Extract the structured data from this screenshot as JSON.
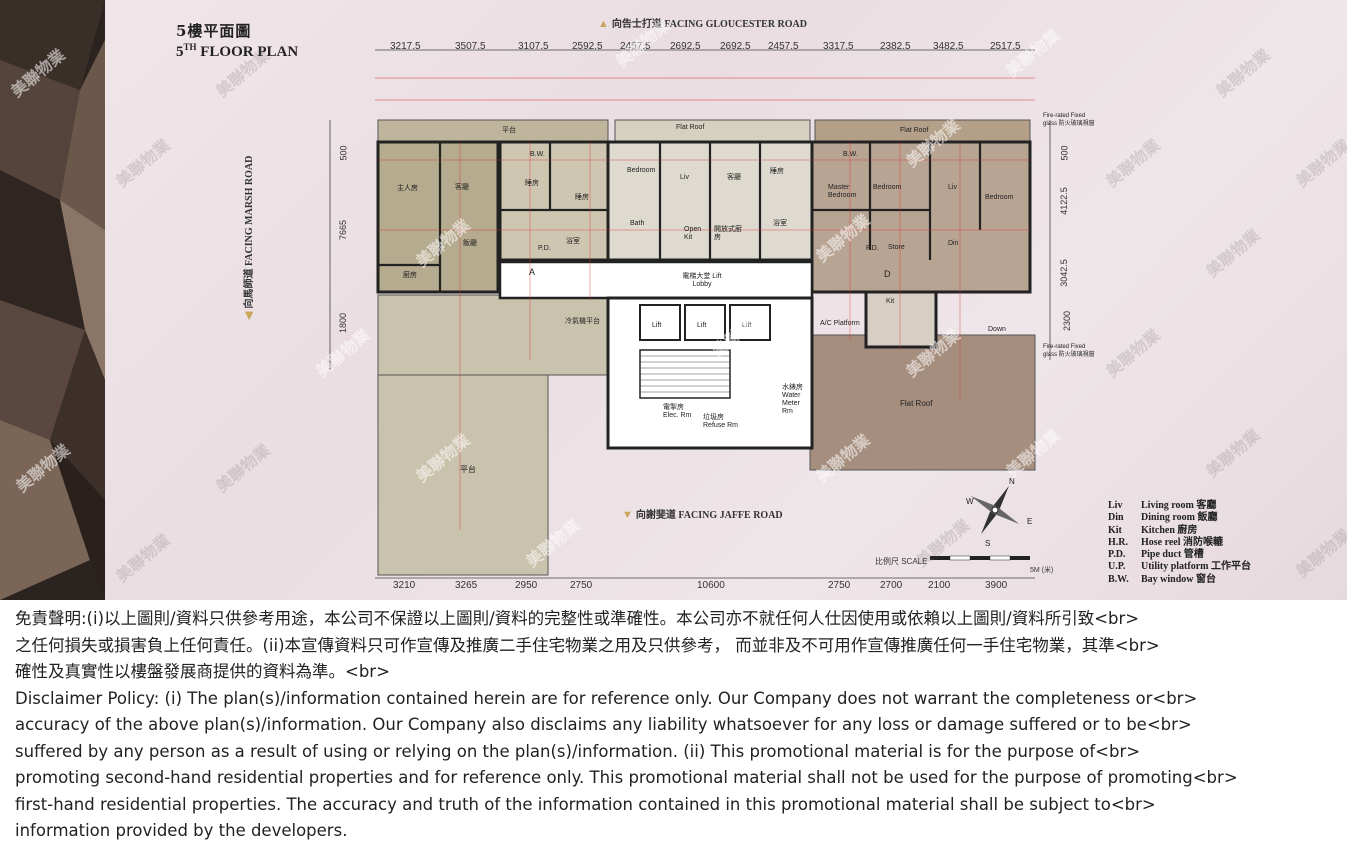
{
  "plan": {
    "title_cn": "5樓平面圖",
    "title_en_prefix": "5",
    "title_en_sup": "TH",
    "title_en_suffix": " FLOOR PLAN",
    "facing_north": "向告士打道 FACING GLOUCESTER ROAD",
    "facing_south": "向謝斐道 FACING JAFFE ROAD",
    "facing_west": "向馬師道 FACING MARSH ROAD",
    "top_dims": [
      "3217.5",
      "3507.5",
      "3107.5",
      "2592.5",
      "2457.5",
      "2692.5",
      "2692.5",
      "2457.5",
      "3317.5",
      "2382.5",
      "3482.5",
      "2517.5"
    ],
    "bottom_dims": [
      "3210",
      "3265",
      "2950",
      "2750",
      "10600",
      "2750",
      "2700",
      "2100",
      "3900"
    ],
    "left_dims": [
      "500",
      "7665",
      "1800"
    ],
    "right_dims": [
      "500",
      "4122.5",
      "3042.5",
      "2300"
    ],
    "scale_label": "比例尺 SCALE",
    "scale_end": "5M (米)",
    "rooms": {
      "master_cn": "主人房",
      "living_cn": "客廳",
      "dining_cn": "飯廳",
      "kitchen_cn": "廚房",
      "bedroom_cn": "睡房",
      "bath_cn": "浴室",
      "flatroof_top": "Flat Roof",
      "flatroof_top2": "Flat Roof",
      "bedroom": "Bedroom",
      "liv": "Liv",
      "bath": "Bath",
      "open_kit": "Open Kit",
      "living_cn2": "客廳",
      "bedroom_cn2": "睡房",
      "open_kit_cn": "開放式廚房",
      "bath_cn2": "浴室",
      "master_bedroom": "Master Bedroom",
      "bedroom2": "Bedroom",
      "liv2": "Liv",
      "din": "Din",
      "bedroom3": "Bedroom",
      "store": "Store",
      "lift_lobby": "電梯大堂 Lift Lobby",
      "lift": "Lift",
      "ac_platform": "A/C Platform",
      "ac_platform_cn": "冷氣機平台",
      "flat_roof_big": "Flat Roof",
      "terrace_cn": "平台",
      "terrace_cn2": "平台",
      "refuse": "垃圾房 Refuse Rm",
      "elec": "電掣房 Elec. Rm",
      "water_meter": "水錶房 Water Meter Rm",
      "down": "Down",
      "fire_fixed_top": "Fire-rated Fixed glass 防火玻璃視窗",
      "fire_fixed_bot": "Fire-rated Fixed glass 防火玻璃視窗",
      "unit_a": "A",
      "unit_d": "D",
      "pd": "P.D.",
      "bw": "B.W.",
      "kit": "Kit"
    },
    "legend": [
      {
        "k": "Liv",
        "v": "Living room 客廳"
      },
      {
        "k": "Din",
        "v": "Dining room 飯廳"
      },
      {
        "k": "Kit",
        "v": "Kitchen 廚房"
      },
      {
        "k": "H.R.",
        "v": "Hose reel 消防喉轆"
      },
      {
        "k": "P.D.",
        "v": "Pipe duct 管槽"
      },
      {
        "k": "U.P.",
        "v": "Utility platform 工作平台"
      },
      {
        "k": "B.W.",
        "v": "Bay window 窗台"
      }
    ],
    "compass": {
      "n": "N",
      "s": "S",
      "e": "E",
      "w": "W"
    },
    "watermark": "美聯物業"
  },
  "disclaimer_lines": [
    "免責聲明:(i)以上圖則/資料只供參考用途，本公司不保證以上圖則/資料的完整性或準確性。本公司亦不就任何人仕因使用或依賴以上圖則/資料所引致<br>",
    "之任何損失或損害負上任何責任。(ii)本宣傳資料只可作宣傳及推廣二手住宅物業之用及只供參考， 而並非及不可用作宣傳推廣任何一手住宅物業，其準<br>",
    "確性及真實性以樓盤發展商提供的資料為準。<br>",
    "Disclaimer Policy: (i) The plan(s)/information contained herein are for reference only. Our Company does not warrant the completeness or<br>",
    "accuracy of the above plan(s)/information. Our Company also disclaims any liability whatsoever for any loss or damage suffered or to be<br>",
    "suffered by any person as a result of using or relying on the plan(s)/information. (ii) This promotional material is for the purpose of<br>",
    "promoting second-hand residential properties and for reference only. This promotional material shall not be used for the purpose of promoting<br>",
    "first-hand residential properties. The accuracy and truth of the information contained in this promotional material shall be subject to<br>",
    "information provided by the developers."
  ]
}
